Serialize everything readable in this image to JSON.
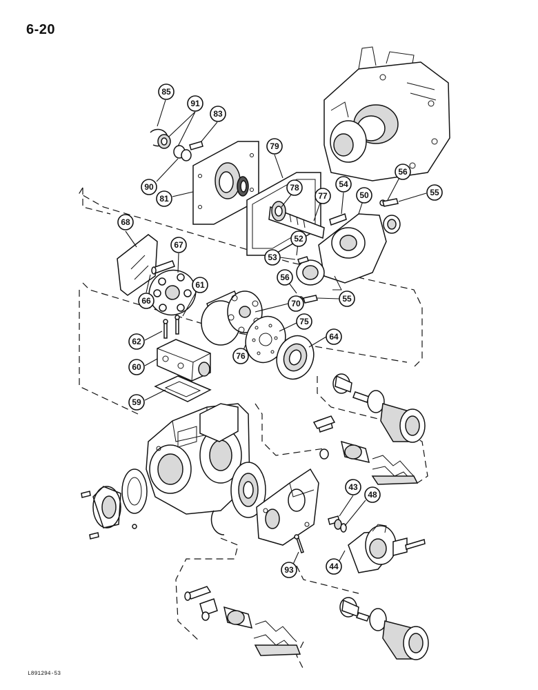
{
  "page": {
    "number": "6-20",
    "figure_code": "L891294-53"
  },
  "callouts": [
    {
      "label": "85"
    },
    {
      "label": "91"
    },
    {
      "label": "83"
    },
    {
      "label": "79"
    },
    {
      "label": "90"
    },
    {
      "label": "81"
    },
    {
      "label": "78"
    },
    {
      "label": "77"
    },
    {
      "label": "54"
    },
    {
      "label": "50"
    },
    {
      "label": "56"
    },
    {
      "label": "55"
    },
    {
      "label": "68"
    },
    {
      "label": "67"
    },
    {
      "label": "52"
    },
    {
      "label": "53"
    },
    {
      "label": "66"
    },
    {
      "label": "61"
    },
    {
      "label": "70"
    },
    {
      "label": "56"
    },
    {
      "label": "55"
    },
    {
      "label": "75"
    },
    {
      "label": "62"
    },
    {
      "label": "64"
    },
    {
      "label": "76"
    },
    {
      "label": "60"
    },
    {
      "label": "59"
    },
    {
      "label": "43"
    },
    {
      "label": "48"
    },
    {
      "label": "93"
    },
    {
      "label": "44"
    }
  ]
}
